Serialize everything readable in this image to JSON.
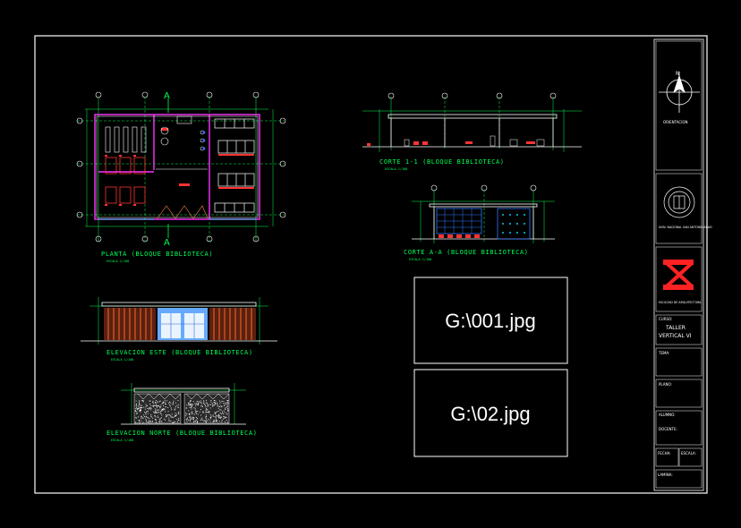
{
  "drawing_labels": {
    "planta": "PLANTA   (BLOQUE BIBLIOTECA)",
    "corte_11": "CORTE  1-1   (BLOQUE BIBLIOTECA)",
    "corte_aa": "CORTE A-A    (BLOQUE BIBLIOTECA)",
    "elev_este": "ELEVACION ESTE    (BLOQUE BIBLIOTECA)",
    "elev_norte": "ELEVACION NORTE   (BLOQUE BIBLIOTECA)",
    "scale_1": "ESCALA 1/100",
    "scale_2": "ESCALA 1/100",
    "scale_3": "ESCALA 1/100",
    "scale_4": "ESCALA 1/100",
    "scale_5": "ESCALA 1/100",
    "axis_a_top": "A",
    "axis_a_bottom": "A"
  },
  "image_refs": {
    "ref1": "G:\\001.jpg",
    "ref2": "G:\\02.jpg"
  },
  "title_block": {
    "orientation": "ORIENTACION",
    "university": "UNIV. NACIONAL SAN ANTONIO ABAD",
    "faculty": "FACULTAD DE ARQUITECTURA",
    "course_label": "CURSO:",
    "course_line1": "TALLER",
    "course_line2": "VERTICAL VI",
    "tema": "TEMA:",
    "plano": "PLANO:",
    "alumno": "ALUMNO:",
    "docente": "DOCENTE:",
    "fecha": "FECHA:",
    "escala": "ESCALA:",
    "lamina": "LAMINA:"
  },
  "colors": {
    "border": "#ffffff",
    "label": "#00ff55",
    "wall": "#ff33ff",
    "furniture": "#ff3333",
    "dims": "#00ff55",
    "glass": "#3377ff"
  }
}
